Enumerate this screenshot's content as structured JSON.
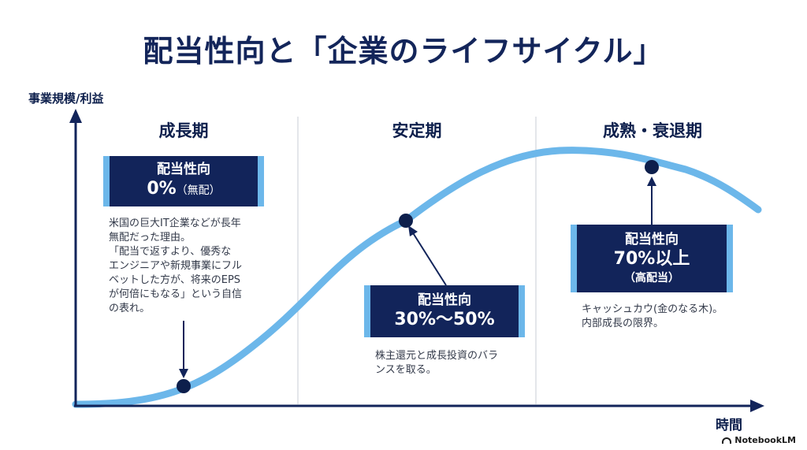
{
  "title": "配当性向と「企業のライフサイクル」",
  "axes": {
    "y_label": "事業規模/利益",
    "x_label": "時間"
  },
  "phases": [
    {
      "name": "成長期"
    },
    {
      "name": "安定期"
    },
    {
      "name": "成熟・衰退期"
    }
  ],
  "boxes": [
    {
      "label": "配当性向",
      "value": "0%",
      "sub": "（無配）"
    },
    {
      "label": "配当性向",
      "value": "30%〜50%"
    },
    {
      "label": "配当性向",
      "value": "70%以上",
      "note": "（高配当）"
    }
  ],
  "descriptions": [
    "米国の巨大IT企業などが長年\n無配だった理由。\n「配当で返すより、優秀な\nエンジニアや新規事業にフル\nベットした方が、将来のEPS\nが何倍にもなる」という自信\nの表れ。",
    "株主還元と成長投資のバラ\nンスを取る。",
    "キャッシュカウ(金のなる木)。\n内部成長の限界。"
  ],
  "brand": "NotebookLM",
  "colors": {
    "navy": "#12245a",
    "curve": "#6cb7ea",
    "axis": "#12245a",
    "divider": "#c8ccd4"
  }
}
